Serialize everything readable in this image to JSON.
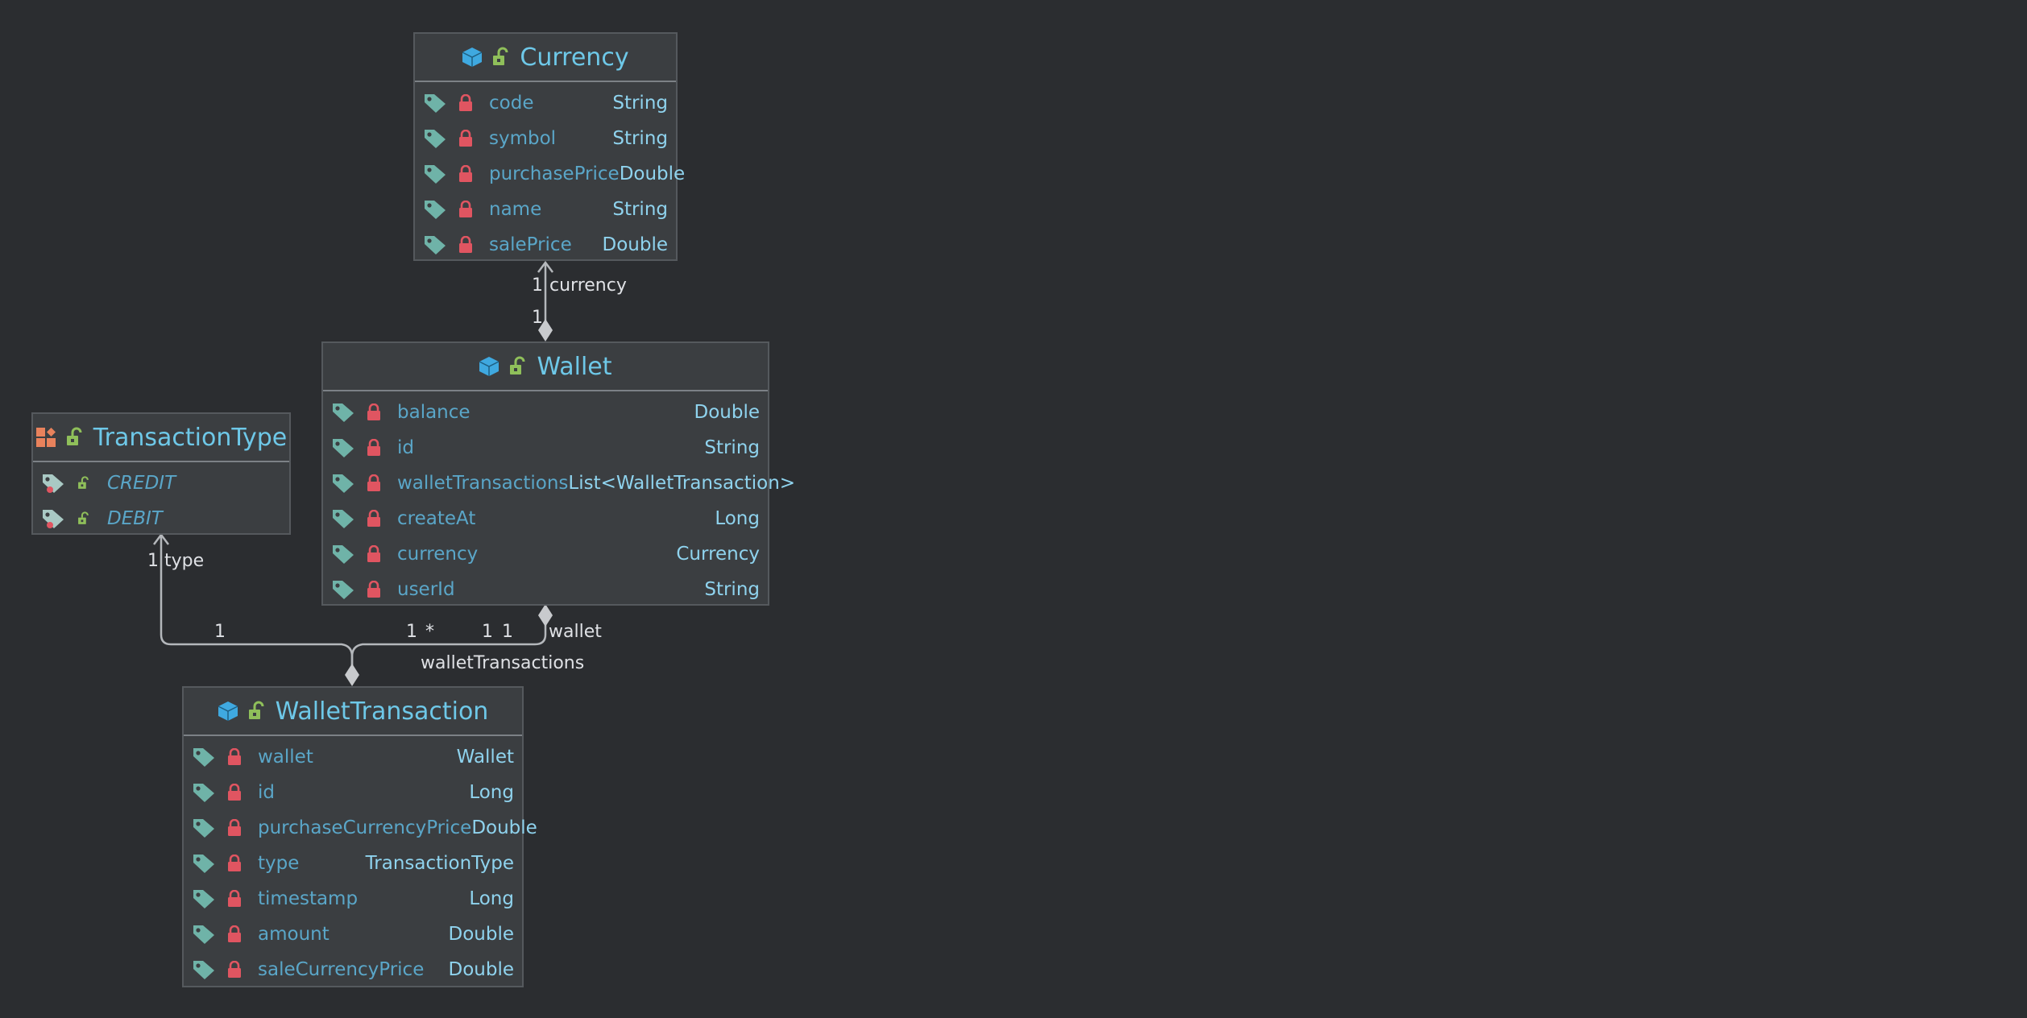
{
  "colors": {
    "background": "#2b2d30",
    "node_fill": "#3b3e41",
    "title": "#6ec8e8",
    "field_name": "#5aa6c8",
    "field_type": "#8fd3ee",
    "tag_icon": "#6fb3a8",
    "lock_icon": "#e05561",
    "class_icon": "#3fa9e0",
    "enum_icon": "#e8825c",
    "public_lock_icon": "#8fbf5a",
    "edge": "#b4b7bb"
  },
  "classes": {
    "currency": {
      "title": "Currency",
      "icon": "class-icon",
      "fields": [
        {
          "name": "code",
          "type": "String"
        },
        {
          "name": "symbol",
          "type": "String"
        },
        {
          "name": "purchasePrice",
          "type": "Double"
        },
        {
          "name": "name",
          "type": "String"
        },
        {
          "name": "salePrice",
          "type": "Double"
        }
      ]
    },
    "wallet": {
      "title": "Wallet",
      "icon": "class-icon",
      "fields": [
        {
          "name": "balance",
          "type": "Double"
        },
        {
          "name": "id",
          "type": "String"
        },
        {
          "name": "walletTransactions",
          "type": "List<WalletTransaction>"
        },
        {
          "name": "createAt",
          "type": "Long"
        },
        {
          "name": "currency",
          "type": "Currency"
        },
        {
          "name": "userId",
          "type": "String"
        }
      ]
    },
    "transactionType": {
      "title": "TransactionType",
      "icon": "enum-icon",
      "constants": [
        "CREDIT",
        "DEBIT"
      ]
    },
    "walletTransaction": {
      "title": "WalletTransaction",
      "icon": "class-icon",
      "fields": [
        {
          "name": "wallet",
          "type": "Wallet"
        },
        {
          "name": "id",
          "type": "Long"
        },
        {
          "name": "purchaseCurrencyPrice",
          "type": "Double"
        },
        {
          "name": "type",
          "type": "TransactionType"
        },
        {
          "name": "timestamp",
          "type": "Long"
        },
        {
          "name": "amount",
          "type": "Double"
        },
        {
          "name": "saleCurrencyPrice",
          "type": "Double"
        }
      ]
    }
  },
  "edge_labels": {
    "wallet_currency_target_mult": "1",
    "wallet_currency_role": "currency",
    "wallet_currency_source_mult": "1",
    "wt_type_target_mult": "1",
    "wt_type_role": "type",
    "wt_type_source_mult": "1",
    "wallet_wt_source_mult": "1",
    "wallet_wt_target_mult": "*",
    "wt_wallet_mult_a": "1",
    "wt_wallet_mult_b": "1",
    "wt_wallet_role": "wallet",
    "wallet_wt_role": "walletTransactions"
  }
}
